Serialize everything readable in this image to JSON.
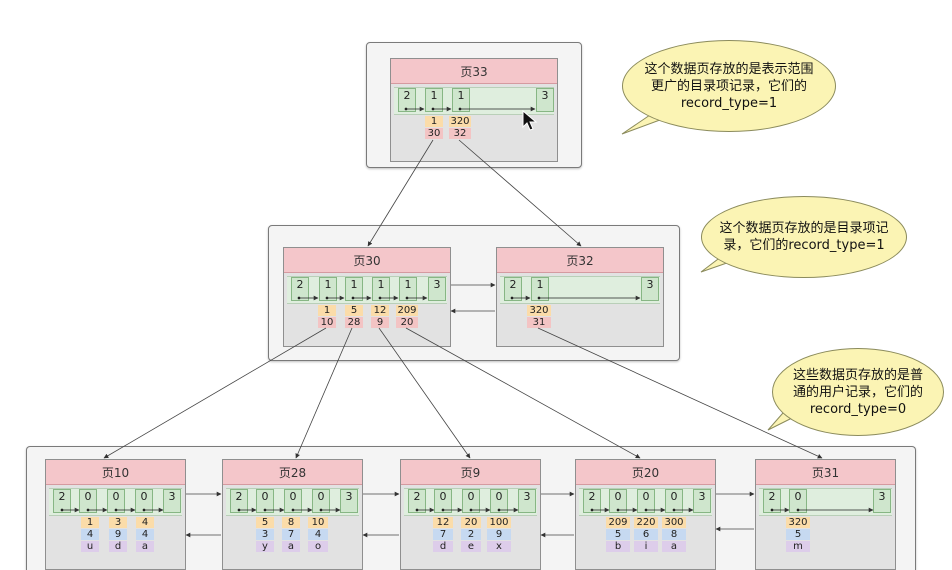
{
  "pages": [
    {
      "name": "page-33",
      "title": "页33",
      "keys": [
        "2",
        "1",
        "1",
        "3"
      ],
      "cols": [
        {
          "key": "1",
          "ptr": "30"
        },
        {
          "key": "320",
          "ptr": "32"
        }
      ]
    },
    {
      "name": "page-30",
      "title": "页30",
      "keys": [
        "2",
        "1",
        "1",
        "1",
        "1",
        "3"
      ],
      "cols": [
        {
          "key": "1",
          "ptr": "10"
        },
        {
          "key": "5",
          "ptr": "28"
        },
        {
          "key": "12",
          "ptr": "9"
        },
        {
          "key": "209",
          "ptr": "20"
        }
      ]
    },
    {
      "name": "page-32",
      "title": "页32",
      "keys": [
        "2",
        "1",
        "3"
      ],
      "cols": [
        {
          "key": "320",
          "ptr": "31"
        }
      ]
    },
    {
      "name": "page-10",
      "title": "页10",
      "keys": [
        "2",
        "0",
        "0",
        "0",
        "3"
      ],
      "cols": [
        {
          "a": "1",
          "b": "4",
          "c": "u"
        },
        {
          "a": "3",
          "b": "9",
          "c": "d"
        },
        {
          "a": "4",
          "b": "4",
          "c": "a"
        }
      ]
    },
    {
      "name": "page-28",
      "title": "页28",
      "keys": [
        "2",
        "0",
        "0",
        "0",
        "3"
      ],
      "cols": [
        {
          "a": "5",
          "b": "3",
          "c": "y"
        },
        {
          "a": "8",
          "b": "7",
          "c": "a"
        },
        {
          "a": "10",
          "b": "4",
          "c": "o"
        }
      ]
    },
    {
      "name": "page-9",
      "title": "页9",
      "keys": [
        "2",
        "0",
        "0",
        "0",
        "3"
      ],
      "cols": [
        {
          "a": "12",
          "b": "7",
          "c": "d"
        },
        {
          "a": "20",
          "b": "2",
          "c": "e"
        },
        {
          "a": "100",
          "b": "9",
          "c": "x"
        }
      ]
    },
    {
      "name": "page-20",
      "title": "页20",
      "keys": [
        "2",
        "0",
        "0",
        "0",
        "3"
      ],
      "cols": [
        {
          "a": "209",
          "b": "5",
          "c": "b"
        },
        {
          "a": "220",
          "b": "6",
          "c": "i"
        },
        {
          "a": "300",
          "b": "8",
          "c": "a"
        }
      ]
    },
    {
      "name": "page-31",
      "title": "页31",
      "keys": [
        "2",
        "0",
        "3"
      ],
      "cols": [
        {
          "a": "320",
          "b": "5",
          "c": "m"
        }
      ]
    }
  ],
  "callouts": [
    "这个数据页存放的是表示范围更广的目录项记录，它们的record_type=1",
    "这个数据页存放的是目录项记录，它们的record_type=1",
    "这些数据页存放的是普通的用户记录，它们的record_type=0"
  ]
}
